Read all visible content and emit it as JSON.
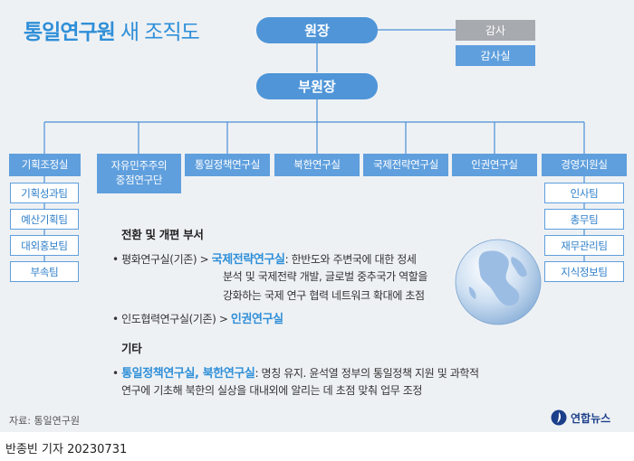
{
  "title": {
    "strong": "통일연구원",
    "light": "새 조직도"
  },
  "top": {
    "president": "원장",
    "vice_president": "부원장",
    "auditor": "감사",
    "audit_office": "감사실"
  },
  "departments": [
    {
      "label": "기획조정실"
    },
    {
      "label": "자유민주주의\n중점연구단"
    },
    {
      "label": "통일정책연구실"
    },
    {
      "label": "북한연구실"
    },
    {
      "label": "국제전략연구실"
    },
    {
      "label": "인권연구실"
    },
    {
      "label": "경영지원실"
    }
  ],
  "left_teams": [
    "기획성과팀",
    "예산기획팀",
    "대외홍보팀",
    "부속팀"
  ],
  "right_teams": [
    "인사팀",
    "총무팀",
    "재무관리팀",
    "지식정보팀"
  ],
  "notes": {
    "heading1": "전환 및 개편 부서",
    "item1": {
      "bullet": "•",
      "prefix": "평화연구실(기존) > ",
      "highlight": "국제전략연구실",
      "rest1": ": 한반도와 주변국에 대한 정세",
      "rest2": "분석 및 국제전략 개발, 글로벌 중추국가 역할을",
      "rest3": "강화하는 국제 연구 협력 네트워크 확대에 초점"
    },
    "item2": {
      "bullet": "•",
      "prefix": "인도협력연구실(기존) > ",
      "highlight": "인권연구실"
    },
    "heading2": "기타",
    "item3": {
      "bullet": "•",
      "highlight": "통일정책연구실, 북한연구실",
      "rest1": ": 명칭 유지. 윤석열 정부의 통일정책 지원 및 과학적",
      "rest2": "연구에 기초해 북한의 실상을 대내외에 알리는 데 초점 맞춰 업무 조정"
    }
  },
  "source": "자료: 통일연구원",
  "logo": "연합뉴스",
  "byline": "반종빈 기자 20230731",
  "colors": {
    "accent": "#2f8fd8",
    "box": "#5f9fdd",
    "line": "#4a8fd6",
    "gray": "#a7abb0",
    "background": "#eef1f4"
  },
  "icons": [
    "globe-icon",
    "yonhap-logo-icon"
  ]
}
